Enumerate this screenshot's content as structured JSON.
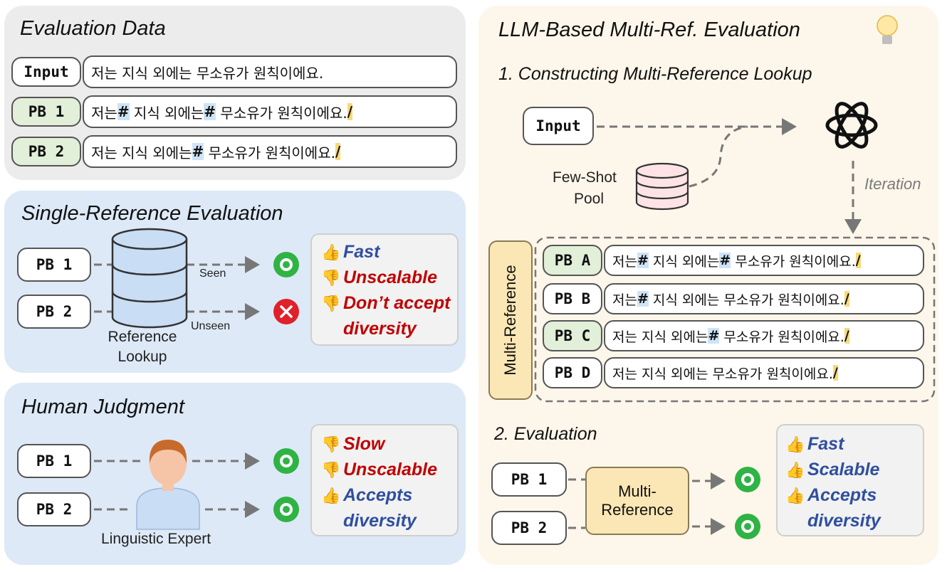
{
  "evaluation_data": {
    "title": "Evaluation Data",
    "rows": [
      {
        "tag": "Input",
        "parts": [
          {
            "t": "저는 지식 외에는 무소유가 원칙이에요."
          }
        ]
      },
      {
        "tag": "PB 1",
        "parts": [
          {
            "t": "저는"
          },
          {
            "t": "#",
            "h": "b"
          },
          {
            "t": " 지식 외에는"
          },
          {
            "t": "#",
            "h": "b"
          },
          {
            "t": " 무소유가 원칙이에요."
          },
          {
            "t": "/",
            "h": "y"
          }
        ]
      },
      {
        "tag": "PB 2",
        "parts": [
          {
            "t": "저는 지식 외에는"
          },
          {
            "t": "#",
            "h": "b"
          },
          {
            "t": " 무소유가 원칙이에요."
          },
          {
            "t": "/",
            "h": "y"
          }
        ]
      }
    ]
  },
  "single_ref": {
    "title": "Single-Reference Evaluation",
    "pb1": "PB 1",
    "pb2": "PB 2",
    "db_label_1": "Reference",
    "db_label_2": "Lookup",
    "seen": "Seen",
    "unseen": "Unseen",
    "pros": [
      {
        "thumb": "up",
        "text": "Fast",
        "tone": "good"
      },
      {
        "thumb": "down",
        "text": "Unscalable",
        "tone": "bad"
      },
      {
        "thumb": "down",
        "text": "Don’t accept",
        "tone": "bad"
      },
      {
        "thumb": "",
        "text": "diversity",
        "tone": "bad"
      }
    ]
  },
  "human": {
    "title": "Human Judgment",
    "pb1": "PB 1",
    "pb2": "PB 2",
    "expert_label": "Linguistic Expert",
    "pros": [
      {
        "thumb": "down",
        "text": "Slow",
        "tone": "bad"
      },
      {
        "thumb": "down",
        "text": "Unscalable",
        "tone": "bad"
      },
      {
        "thumb": "up",
        "text": "Accepts",
        "tone": "good"
      },
      {
        "thumb": "",
        "text": "diversity",
        "tone": "good"
      }
    ]
  },
  "llm": {
    "title": "LLM-Based Multi-Ref. Evaluation",
    "step1": "1. Constructing Multi-Reference Lookup",
    "input": "Input",
    "fewshot_1": "Few-Shot",
    "fewshot_2": "Pool",
    "iteration": "Iteration",
    "multiref_label": "Multi-Reference",
    "refs": [
      {
        "tag": "PB A",
        "green": true,
        "parts": [
          {
            "t": "저는"
          },
          {
            "t": "#",
            "h": "b"
          },
          {
            "t": " 지식 외에는"
          },
          {
            "t": "#",
            "h": "b"
          },
          {
            "t": " 무소유가 원칙이에요."
          },
          {
            "t": "/",
            "h": "y"
          }
        ]
      },
      {
        "tag": "PB B",
        "green": false,
        "parts": [
          {
            "t": "저는"
          },
          {
            "t": "#",
            "h": "b"
          },
          {
            "t": " 지식 외에는 무소유가 원칙이에요."
          },
          {
            "t": "/",
            "h": "y"
          }
        ]
      },
      {
        "tag": "PB C",
        "green": true,
        "parts": [
          {
            "t": "저는 지식 외에는"
          },
          {
            "t": "#",
            "h": "b"
          },
          {
            "t": " 무소유가 원칙이에요."
          },
          {
            "t": "/",
            "h": "y"
          }
        ]
      },
      {
        "tag": "PB D",
        "green": false,
        "parts": [
          {
            "t": "저는 지식 외에는 무소유가 원칙이에요."
          },
          {
            "t": "/",
            "h": "y"
          }
        ]
      }
    ],
    "step2": "2. Evaluation",
    "pb1": "PB 1",
    "pb2": "PB 2",
    "box_1": "Multi-",
    "box_2": "Reference",
    "pros": [
      {
        "thumb": "up",
        "text": "Fast",
        "tone": "good"
      },
      {
        "thumb": "up",
        "text": "Scalable",
        "tone": "good"
      },
      {
        "thumb": "up",
        "text": "Accepts",
        "tone": "good"
      },
      {
        "thumb": "",
        "text": "diversity",
        "tone": "good"
      }
    ]
  },
  "colors": {
    "gray_panel": "#ececec",
    "blue_panel": "#dde9f6",
    "cream_panel": "#fdf6ea",
    "green_tag": "#e2efd9",
    "check_green": "#2fb344",
    "cross_red": "#e0202a"
  }
}
